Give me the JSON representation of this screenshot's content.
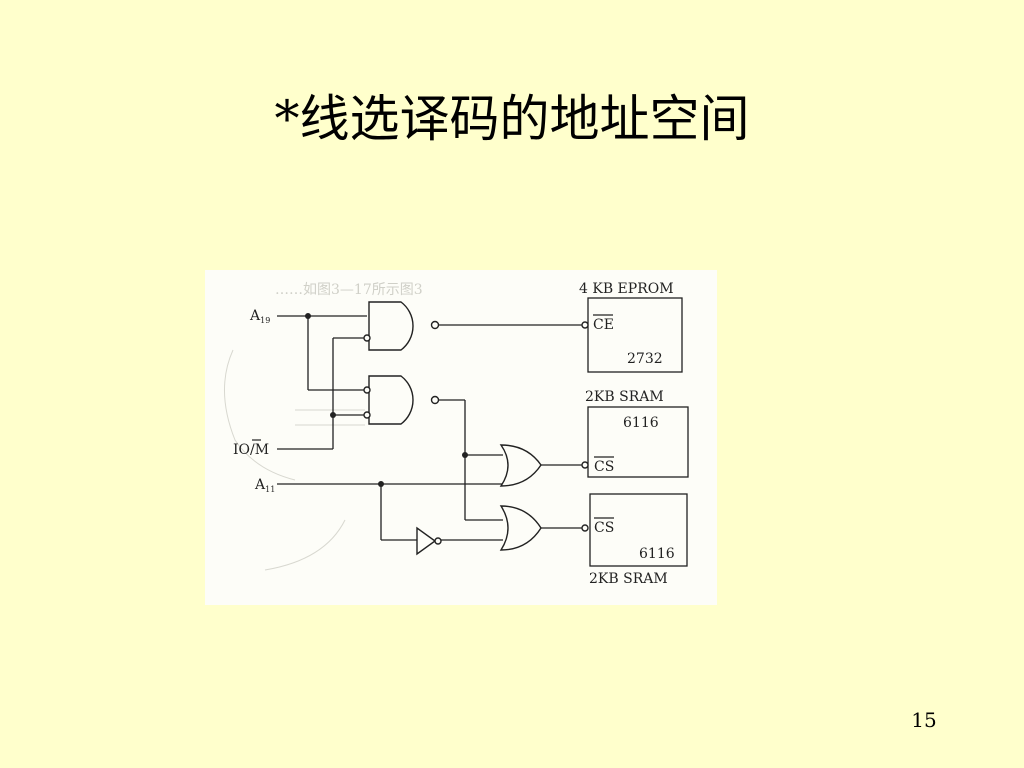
{
  "slide": {
    "title": "*线选译码的地址空间",
    "page_number": "15"
  },
  "diagram": {
    "signals": {
      "a19": "A",
      "a19_sub": "19",
      "io_m": "IO/M",
      "a11": "A",
      "a11_sub": "11"
    },
    "chips": {
      "eprom_label": "4 KB EPROM",
      "eprom_pin": "CE",
      "eprom_part": "2732",
      "sram1_label": "2KB SRAM",
      "sram1_part": "6116",
      "sram1_pin": "CS",
      "sram2_pin": "CS",
      "sram2_part": "6116",
      "sram2_label": "2KB  SRAM"
    }
  }
}
